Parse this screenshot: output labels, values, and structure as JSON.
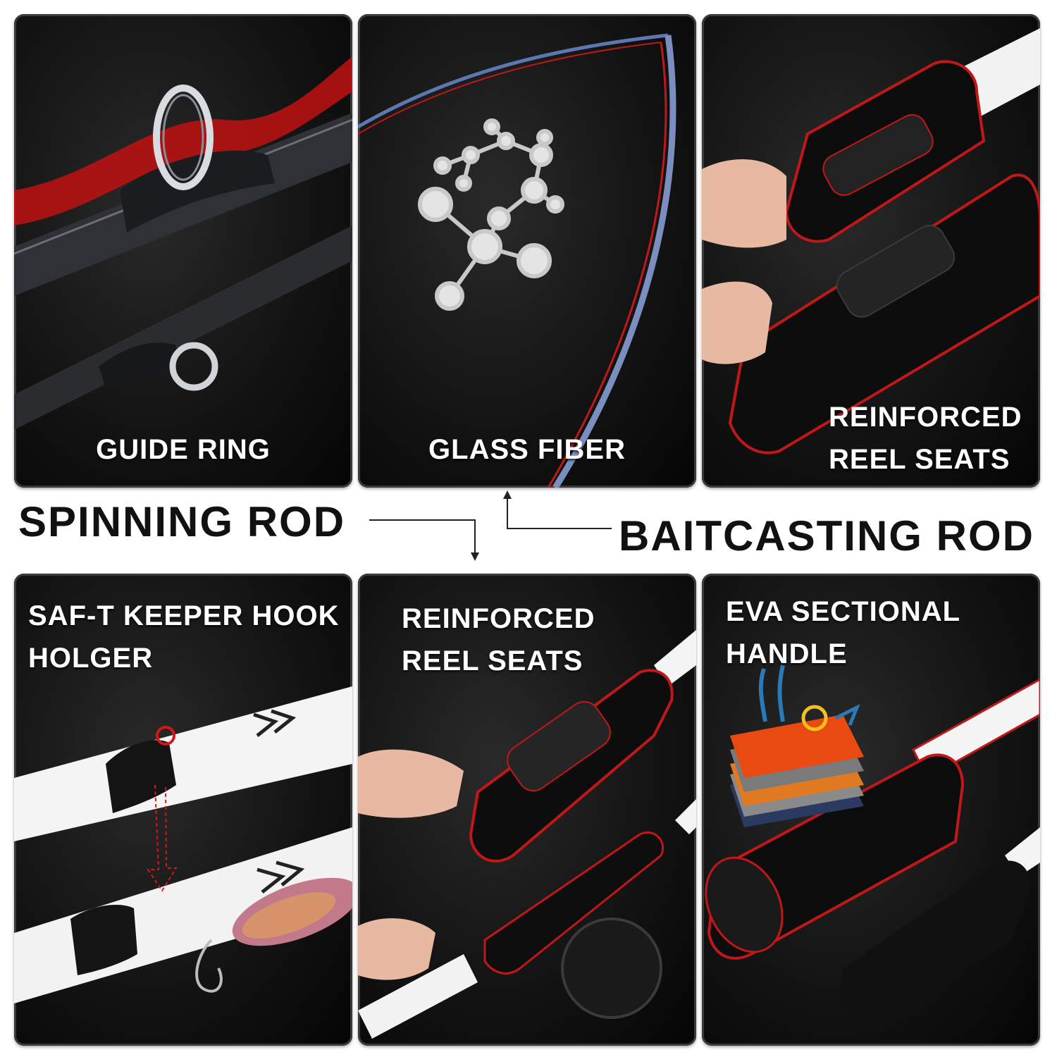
{
  "colors": {
    "accent_red": "#d41818",
    "panel_dark": "#111111",
    "label_text": "#111111"
  },
  "labels": {
    "spinning_rod": "SPINNING ROD",
    "baitcasting_rod": "BAITCASTING ROD"
  },
  "panels": [
    {
      "id": "guide-ring",
      "lines": [
        "GUIDE RING"
      ]
    },
    {
      "id": "glass-fiber",
      "lines": [
        "GLASS FIBER"
      ]
    },
    {
      "id": "reel-seats-top",
      "lines": [
        "REINFORCED",
        "REEL SEATS"
      ]
    },
    {
      "id": "hook-keeper",
      "lines": [
        "SAF-T KEEPER HOOK",
        "HOLGER"
      ]
    },
    {
      "id": "reel-seats-bottom",
      "lines": [
        "REINFORCED",
        "REEL SEATS"
      ]
    },
    {
      "id": "eva-handle",
      "lines": [
        "EVA SECTIONAL",
        "HANDLE"
      ]
    }
  ]
}
